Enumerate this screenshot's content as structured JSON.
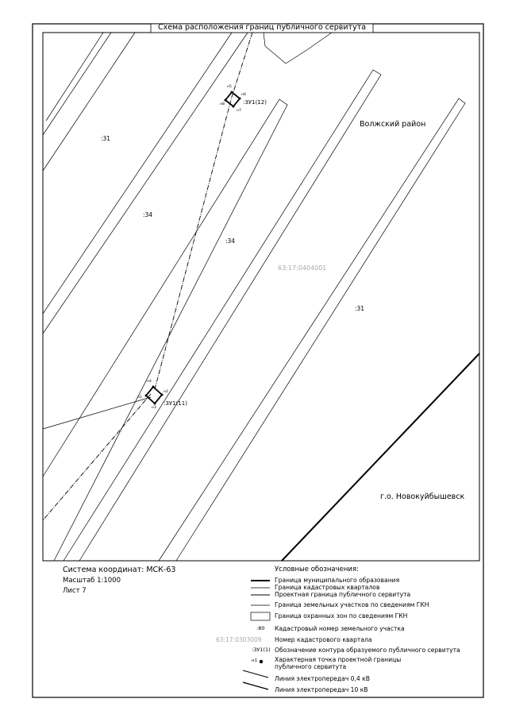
{
  "title": "Схема расположения границ публичного сервитута",
  "map": {
    "region_labels": {
      "volzhsky": "Волжский район",
      "novokuybyshevsk": "г.о. Новокуйбышевск"
    },
    "parcel_labels": {
      "p31_left": ":31",
      "p34_left": ":34",
      "p34_mid": ":34",
      "p31_right": ":31"
    },
    "quarter_label": "63:17:0404001",
    "contours": {
      "c12": {
        "label": ":ЗУ1(12)",
        "points": {
          "n5": "н5",
          "n6": "н6",
          "n7": "н7",
          "n8": "н8"
        }
      },
      "c11": {
        "label": ":ЗУ1(11)",
        "points": {
          "n1": "н1",
          "n2": "н2",
          "n3": "н3",
          "n4": "н4"
        }
      }
    }
  },
  "info": {
    "coords": "Система координат: МСК-63",
    "scale": "Масштаб 1:1000",
    "sheet": "Лист 7"
  },
  "legend": {
    "title": "Условные обозначения:",
    "items": {
      "municipal": "Граница муниципального образования",
      "quarters": "Граница кадастровых кварталов",
      "servitude": "Проектная граница публичного сервитута",
      "parcels": "Граница земельных участков по сведениям ГКН",
      "zones": "Граница охранных зон по сведениям ГКН",
      "parcel_no": "Кадастровый номер земельного участка",
      "quarter_no": "Номер кадастрового квартала",
      "contour": "Обозначение контура образуемого публичного сервитута",
      "point_1": "Характерная точка проектной границы",
      "point_2": "публичного сервитута",
      "line04": "Линия электропередач 0,4 кВ",
      "line10": "Линия электропередач 10 кВ"
    },
    "samples": {
      "parcel_no": ":80",
      "quarter_no": "63:17:0303009",
      "contour": ":ЗУ1(1)",
      "point": "н1"
    }
  },
  "colors": {
    "line": "#000000",
    "gray_text": "#a8a8a8"
  }
}
